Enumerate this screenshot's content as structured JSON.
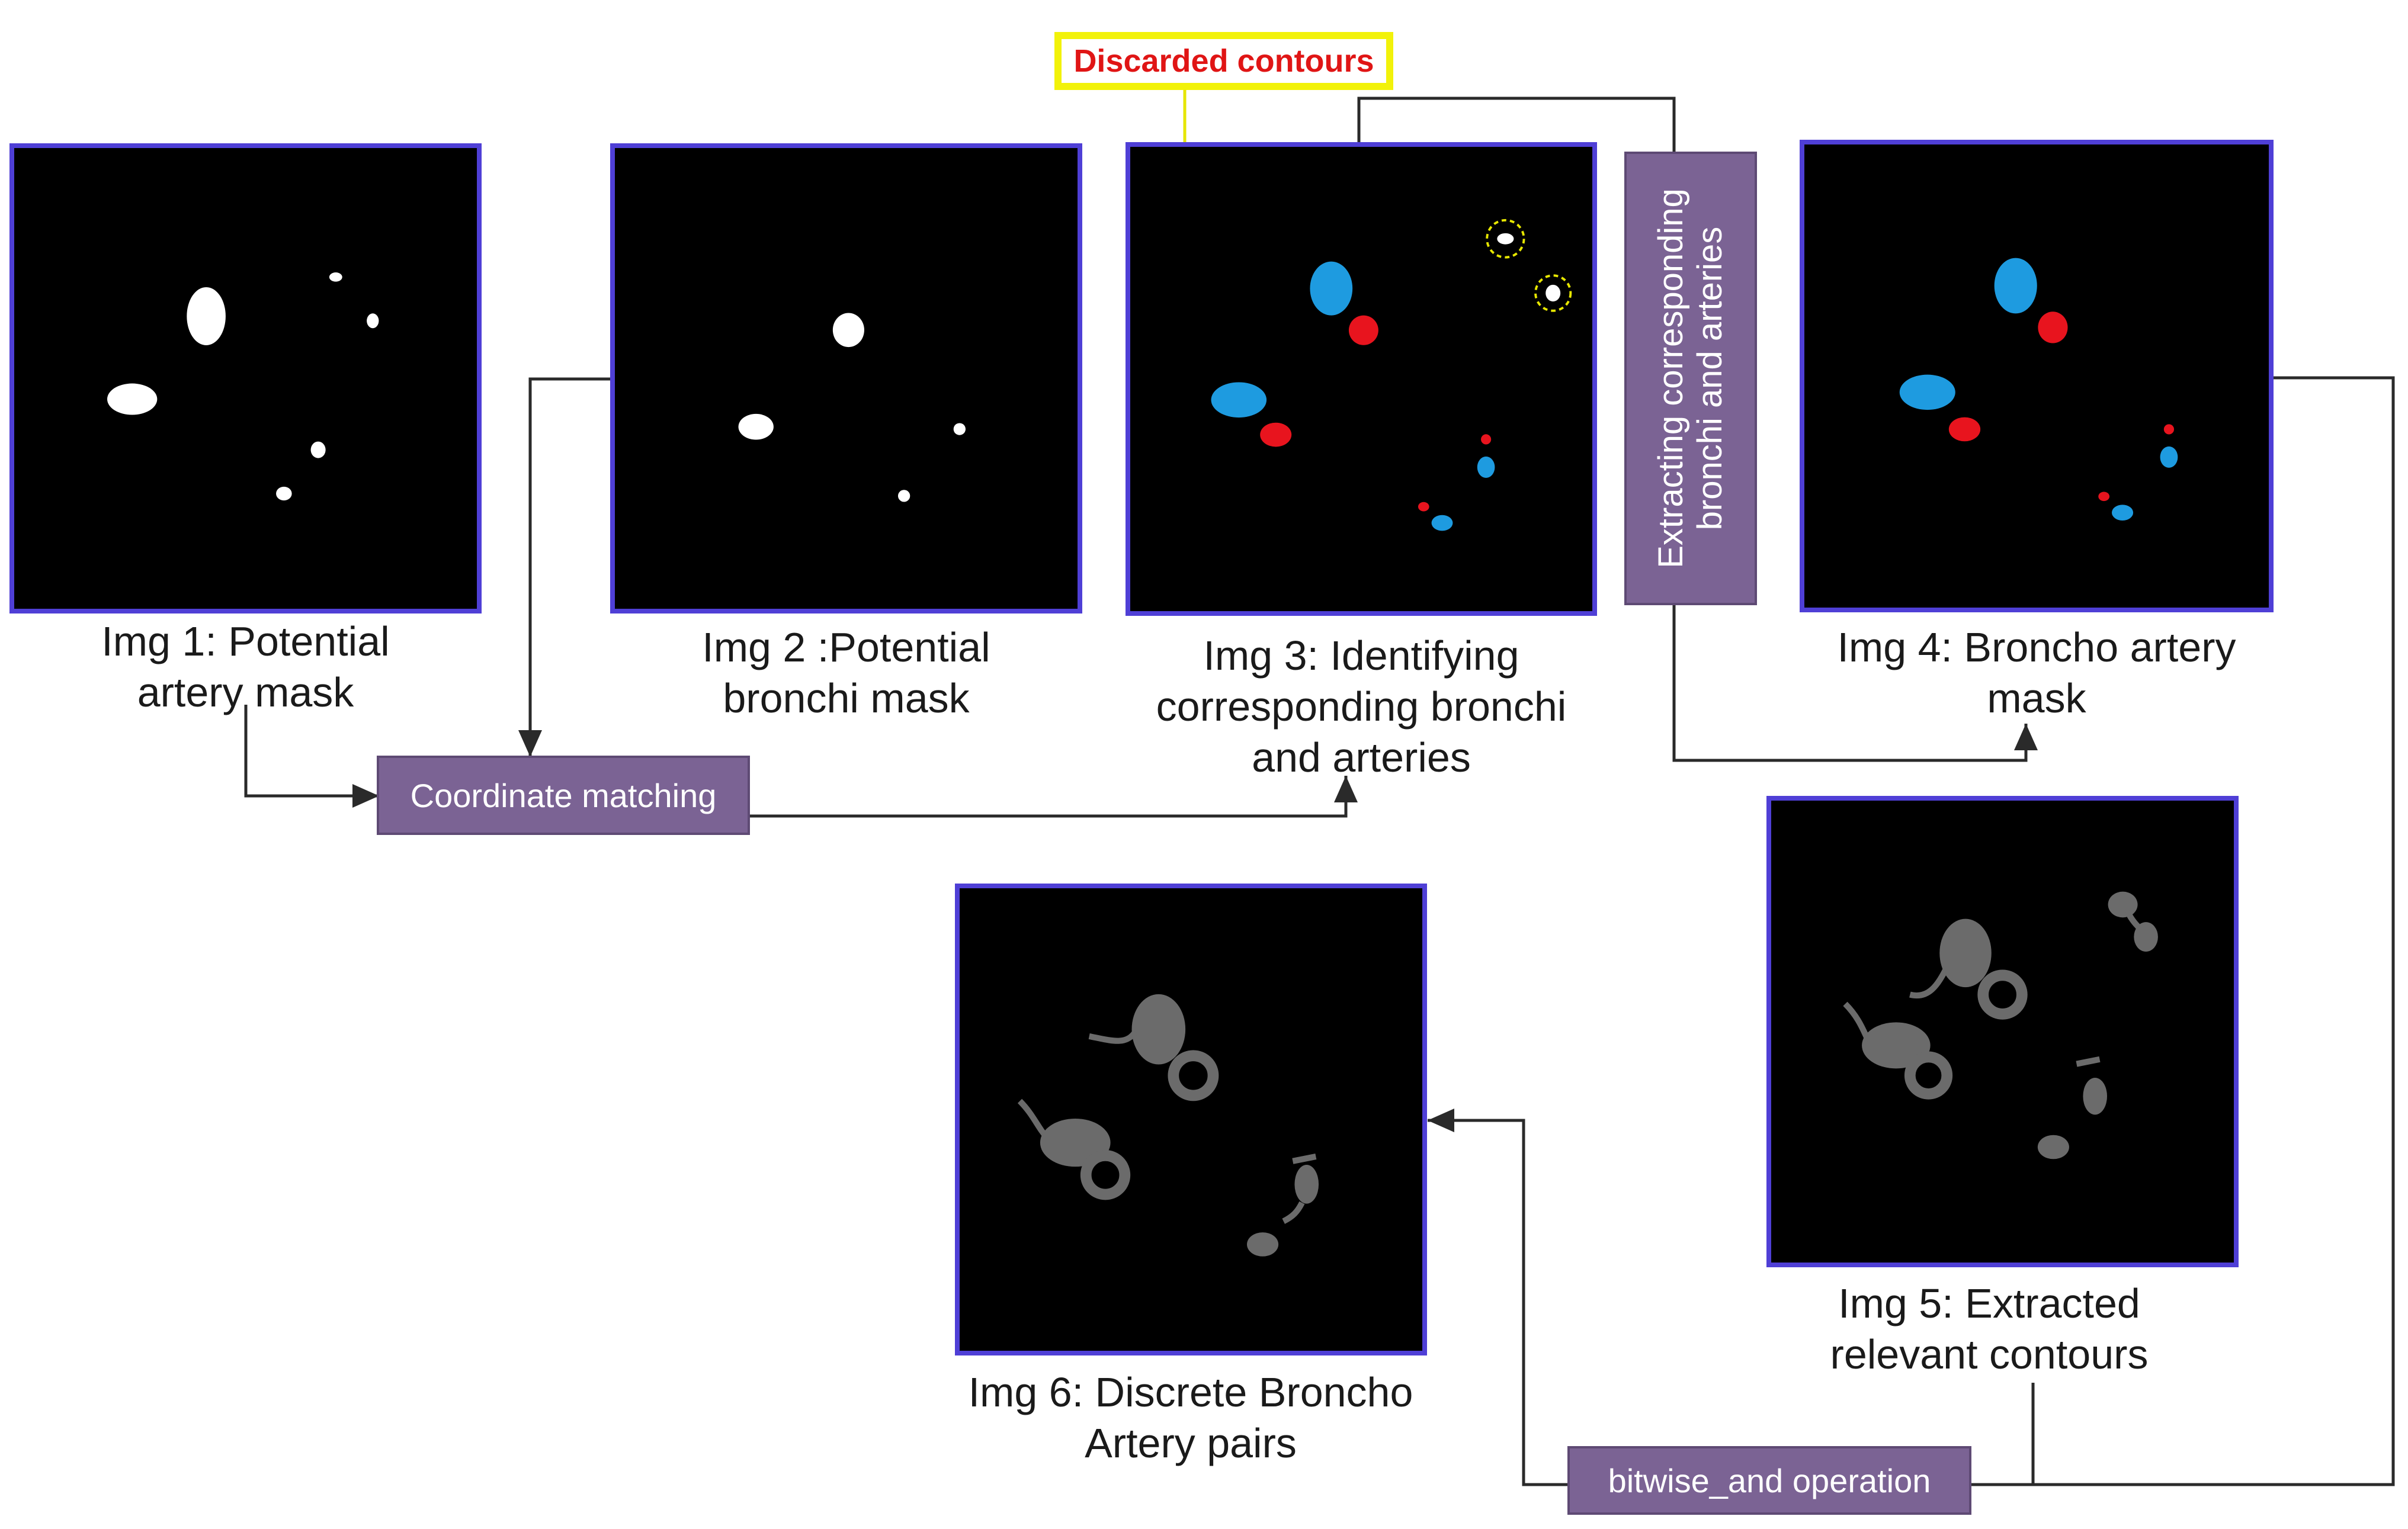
{
  "discarded_label": "Discarded contours",
  "panels": [
    {
      "id": "img1",
      "caption_lines": [
        "Img 1: Potential",
        "artery mask"
      ]
    },
    {
      "id": "img2",
      "caption_lines": [
        "Img 2 :Potential",
        "bronchi mask"
      ]
    },
    {
      "id": "img3",
      "caption_lines": [
        "Img 3: Identifying",
        "corresponding bronchi",
        "and arteries"
      ]
    },
    {
      "id": "img4",
      "caption_lines": [
        "Img 4: Broncho artery",
        "mask"
      ]
    },
    {
      "id": "img5",
      "caption_lines": [
        "Img 5: Extracted",
        "relevant contours"
      ]
    },
    {
      "id": "img6",
      "caption_lines": [
        "Img 6: Discrete Broncho",
        "Artery pairs"
      ]
    }
  ],
  "operations": {
    "coordinate_matching": "Coordinate matching",
    "extracting_lines": [
      "Extracting corresponding",
      "bronchi and arteries"
    ],
    "bitwise_and": "bitwise_and operation"
  },
  "colors": {
    "panel_border": "#4f3fd6",
    "op_fill": "#7b6394",
    "bronchi_blue": "#1e9be0",
    "artery_red": "#e8141e",
    "discard_border": "#f2f20a",
    "discard_text": "#e01515",
    "connector": "#2a2a2a",
    "discard_arrow": "#e6e600"
  }
}
